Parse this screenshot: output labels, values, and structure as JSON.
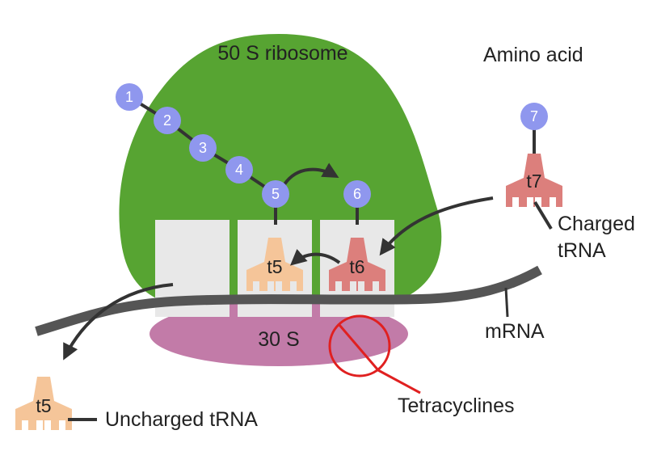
{
  "labels": {
    "ribosome_50s": "50 S ribosome",
    "ribosome_30s": "30 S",
    "amino_acid": "Amino acid",
    "charged_trna_line1": "Charged",
    "charged_trna_line2": "tRNA",
    "mrna": "mRNA",
    "tetracyclines": "Tetracyclines",
    "uncharged_trna": "Uncharged tRNA"
  },
  "amino_acids": [
    "1",
    "2",
    "3",
    "4",
    "5",
    "6",
    "7"
  ],
  "trnas": {
    "p_site": "t5",
    "a_site": "t6",
    "incoming": "t7",
    "released": "t5"
  },
  "colors": {
    "ribosome_50s": "#57a432",
    "ribosome_30s": "#c27ba8",
    "amino_acid": "#8f97ee",
    "trna_charged": "#dc7f7c",
    "trna_uncharged": "#f5c599",
    "site_box": "#e8e8e8",
    "mrna": "#555555",
    "inhibitor": "#e02020",
    "arrow": "#333333"
  },
  "icons": [
    "trna-icon",
    "arrow-icon",
    "inhibition-icon"
  ]
}
